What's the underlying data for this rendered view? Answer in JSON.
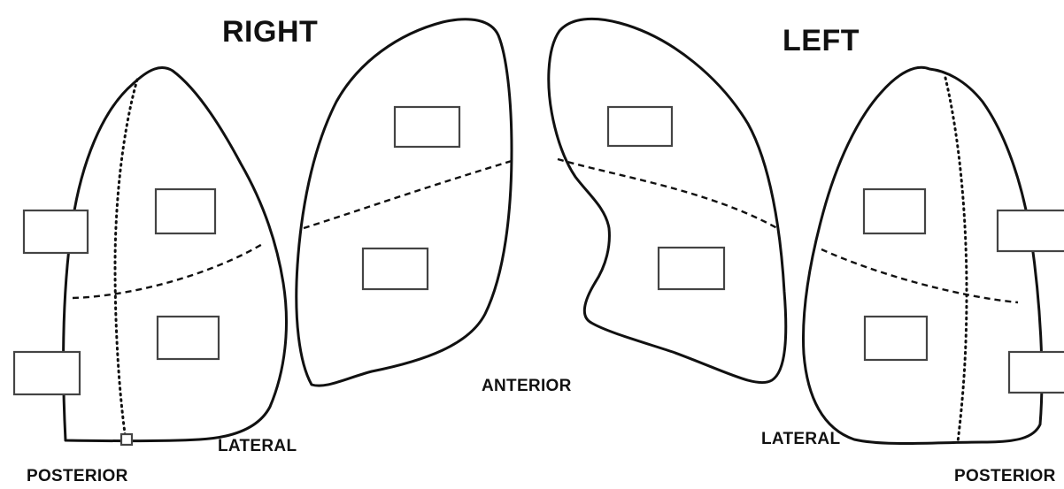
{
  "labels": {
    "right": "RIGHT",
    "left": "LEFT",
    "anterior": "ANTERIOR",
    "lateral_right": "LATERAL",
    "lateral_left": "LATERAL",
    "posterior_left": "POSTERIOR",
    "posterior_right": "POSTERIOR"
  },
  "colors": {
    "outline": "#111111",
    "box_stroke": "#444444",
    "background": "#ffffff"
  }
}
